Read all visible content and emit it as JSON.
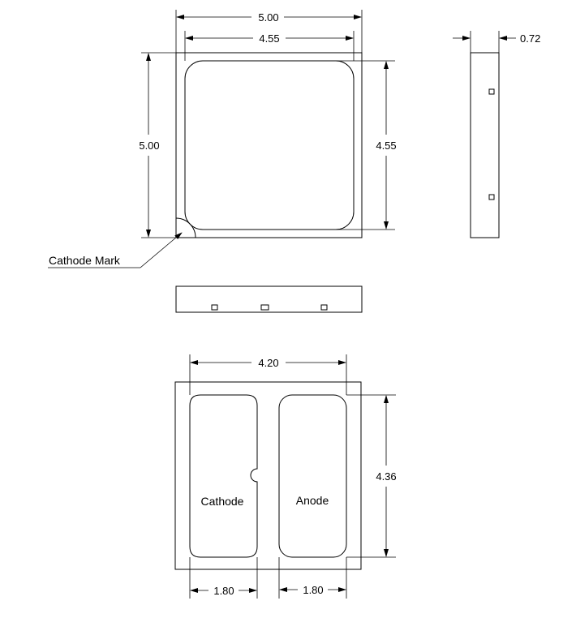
{
  "dimensions": {
    "top_outer_width": "5.00",
    "top_inner_width": "4.55",
    "top_outer_height": "5.00",
    "top_inner_height": "4.55",
    "side_thickness": "0.72",
    "bottom_pad_span": "4.20",
    "bottom_pad_height": "4.36",
    "cathode_pad_width": "1.80",
    "anode_pad_width": "1.80"
  },
  "labels": {
    "cathode_mark": "Cathode Mark",
    "cathode": "Cathode",
    "anode": "Anode"
  }
}
